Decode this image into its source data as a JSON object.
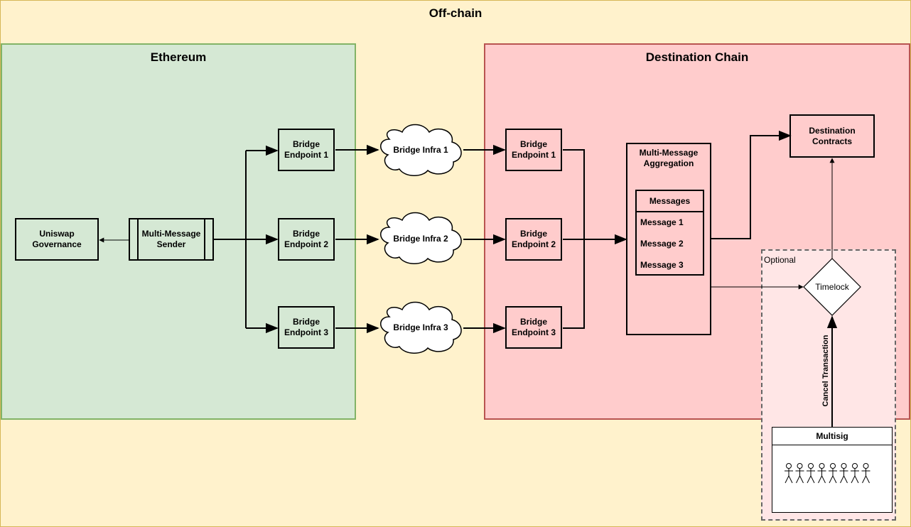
{
  "regions": {
    "offchain": "Off-chain",
    "ethereum": "Ethereum",
    "destination": "Destination Chain",
    "optional": "Optional"
  },
  "nodes": {
    "uniswap_governance": "Uniswap Governance",
    "multi_message_sender": "Multi-Message Sender",
    "bridge_endpoint_1": "Bridge Endpoint 1",
    "bridge_endpoint_2": "Bridge Endpoint 2",
    "bridge_endpoint_3": "Bridge Endpoint 3",
    "bridge_infra_1": "Bridge Infra 1",
    "bridge_infra_2": "Bridge Infra 2",
    "bridge_infra_3": "Bridge Infra 3",
    "dest_endpoint_1": "Bridge Endpoint 1",
    "dest_endpoint_2": "Bridge Endpoint 2",
    "dest_endpoint_3": "Bridge Endpoint 3",
    "aggregation": "Multi-Message Aggregation",
    "messages_header": "Messages",
    "messages": [
      "Message 1",
      "Message 2",
      "Message 3"
    ],
    "destination_contracts": "Destination Contracts",
    "timelock": "Timelock",
    "multisig": "Multisig",
    "cancel_transaction": "Cancel Transaction"
  },
  "colors": {
    "offchain_fill": "#fff2cc",
    "offchain_border": "#d6b656",
    "ethereum_fill": "#d5e8d4",
    "ethereum_border": "#82b366",
    "destination_fill": "#ffcccc",
    "destination_border": "#b85450",
    "optional_fill": "#ffe6e6",
    "optional_border": "#666666"
  },
  "multisig_signers": 8
}
